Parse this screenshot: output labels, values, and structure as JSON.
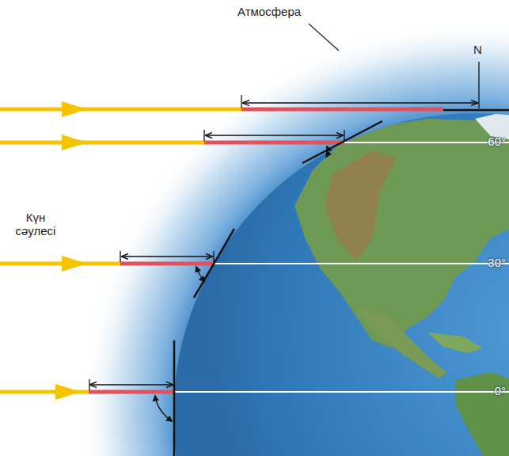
{
  "diagram": {
    "labels": [
      "Атмосфера",
      "N",
      "60°",
      "Күн сәулесі",
      "30°",
      "0°"
    ]
  }
}
